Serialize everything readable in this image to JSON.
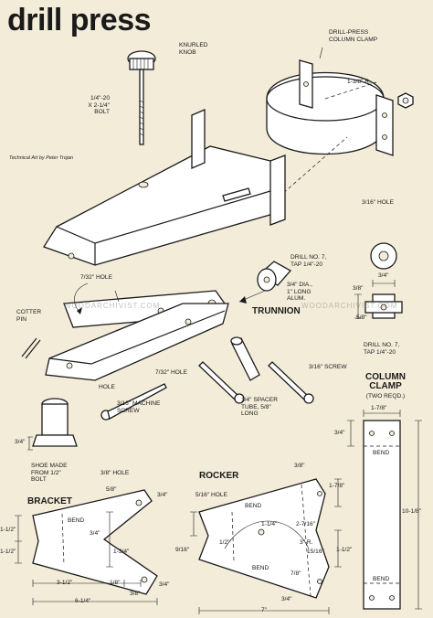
{
  "title": "drill press",
  "credit": "Technical Art by Peter Trojan",
  "watermark": "WOODARCHIVIST.COM",
  "labels": {
    "knurled_knob": "KNURLED\nKNOB",
    "column_clamp": "DRILL-PRESS\nCOLUMN CLAMP",
    "bolt": "1/4\"-20\nx 2-1/4\"\nBOLT",
    "radius": "1-3/8\" R.",
    "hole_316_top": "3/16\" HOLE",
    "hole_732_top": "7/32\" HOLE",
    "drill_no7_top": "DRILL NO. 7,\nTAP 1/4\"-20",
    "alum": "3/4\" DIA.,\n1\" LONG\nALUM.",
    "trunnion": "TRUNNION",
    "cotter_pin": "COTTER\nPIN",
    "hole": "HOLE",
    "hole_732_mid": "7/32\" HOLE",
    "screw_316": "3/16\" SCREW",
    "machine_screw": "3/16\" MACHINE\nSCREW",
    "spacer": "1/4\" SPACER\nTUBE, 5/8\"\nLONG",
    "shoe": "SHOE MADE\nFROM 1/2\"\nBOLT",
    "shoe_dim": "3/4\"",
    "t_dim_34": "3/4\"",
    "t_dim_38": "3/8\"",
    "t_dim_58": "5/8\"",
    "drill_no7_bot": "DRILL NO. 7,\nTAP 1/4\"-20"
  },
  "headings": {
    "column_clamp": "COLUMN\nCLAMP",
    "column_clamp_sub": "(TWO REQD.)",
    "bracket": "BRACKET",
    "rocker": "ROCKER"
  },
  "bracket_dims": {
    "hole_38": "3/8\" HOLE",
    "d58": "5/8\"",
    "d34_top": "3/4\"",
    "bend": "BEND",
    "d34_mid": "3/4\"",
    "d1_12a": "1-1/2\"",
    "d1_12b": "1-1/2\"",
    "d1_34": "1-3/4\"",
    "d3_12": "3-1/2\"",
    "d18": "1/8\"",
    "d6_14": "6-1/4\"",
    "d34_bot": "3/4\"",
    "d38": "3/8\""
  },
  "rocker_dims": {
    "hole_516": "5/16\" HOLE",
    "d38": "3/8\"",
    "d1_78": "1-7/8\"",
    "bend_top": "BEND",
    "d1_14": "1-1/4\"",
    "d2_716": "2-7/16\"",
    "d12": "1/2\"",
    "d3r": "3\" R.",
    "d15_16": "15/16\"",
    "d1_12": "1-1/2\"",
    "d9_16": "9/16\"",
    "bend_bot": "BEND",
    "d78": "7/8\"",
    "d34": "3/4\"",
    "d7": "7\""
  },
  "clamp_dims": {
    "d1_78": "1-7/8\"",
    "d34": "3/4\"",
    "bend_top": "BEND",
    "d10_18": "10-1/8\"",
    "bend_bot": "BEND"
  }
}
